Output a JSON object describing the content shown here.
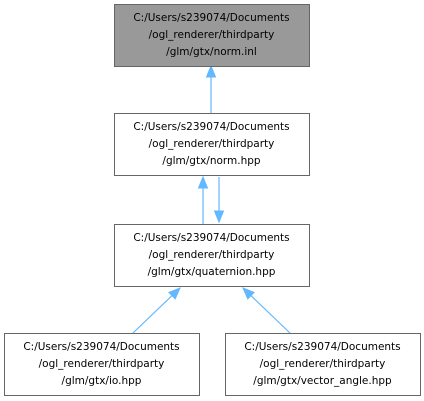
{
  "graph": {
    "nodes": [
      {
        "id": "norm_inl",
        "lines": [
          "C:/Users/s239074/Documents",
          "/ogl_renderer/thirdparty",
          "/glm/gtx/norm.inl"
        ],
        "highlighted": true
      },
      {
        "id": "norm_hpp",
        "lines": [
          "C:/Users/s239074/Documents",
          "/ogl_renderer/thirdparty",
          "/glm/gtx/norm.hpp"
        ],
        "highlighted": false
      },
      {
        "id": "quaternion_hpp",
        "lines": [
          "C:/Users/s239074/Documents",
          "/ogl_renderer/thirdparty",
          "/glm/gtx/quaternion.hpp"
        ],
        "highlighted": false
      },
      {
        "id": "io_hpp",
        "lines": [
          "C:/Users/s239074/Documents",
          "/ogl_renderer/thirdparty",
          "/glm/gtx/io.hpp"
        ],
        "highlighted": false
      },
      {
        "id": "vector_angle_hpp",
        "lines": [
          "C:/Users/s239074/Documents",
          "/ogl_renderer/thirdparty",
          "/glm/gtx/vector_angle.hpp"
        ],
        "highlighted": false
      }
    ],
    "edges": [
      {
        "from": "norm_hpp",
        "to": "norm_inl"
      },
      {
        "from": "quaternion_hpp",
        "to": "norm_hpp"
      },
      {
        "from": "norm_hpp",
        "to": "quaternion_hpp"
      },
      {
        "from": "io_hpp",
        "to": "quaternion_hpp"
      },
      {
        "from": "vector_angle_hpp",
        "to": "quaternion_hpp"
      }
    ],
    "colors": {
      "highlight_fill": "#999999",
      "node_fill": "#ffffff",
      "node_border": "#666666",
      "edge": "#63b8ff"
    }
  }
}
